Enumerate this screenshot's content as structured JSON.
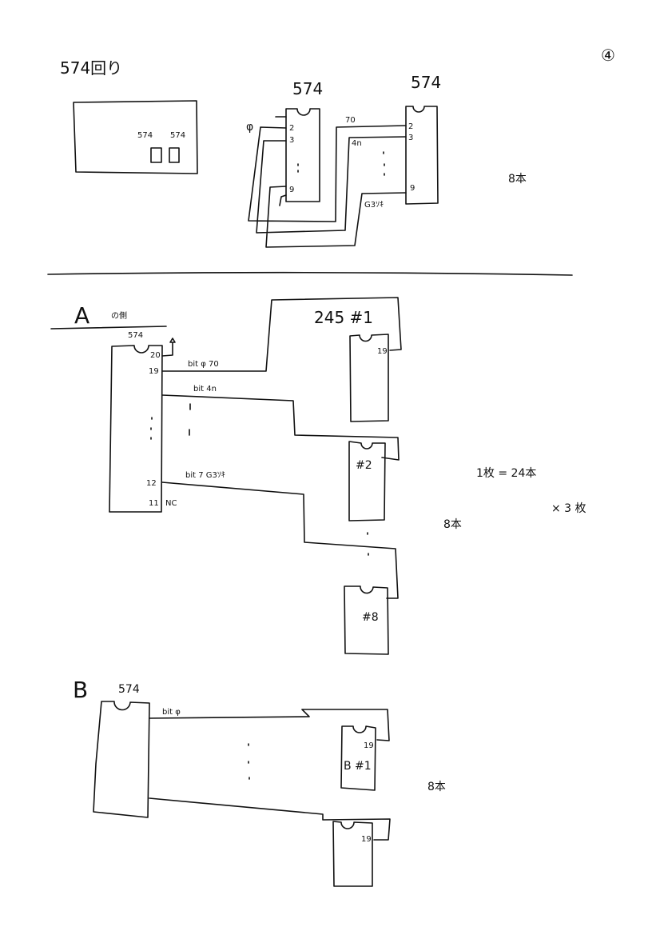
{
  "page_number": "④",
  "top": {
    "title": "574回り",
    "card_chip_labels": [
      "574",
      "574"
    ],
    "chip_left_label": "574",
    "chip_right_label": "574",
    "pins": [
      "2",
      "3",
      "9"
    ],
    "signal_labels": [
      "φ",
      "70",
      "4n",
      "G3ｿｷ"
    ],
    "count": "8本"
  },
  "section_a": {
    "title": "A",
    "subtitle": "の側",
    "chip_label": "574",
    "pins": [
      "20",
      "19",
      "12",
      "11"
    ],
    "nc": "NC",
    "wires": [
      "bit φ 70",
      "bit 4n",
      "bit 7 G3ｿｷ"
    ],
    "target_label": "245 #1",
    "target_pin": "19",
    "chip2": "#2",
    "chip8": "#8",
    "count": "8本",
    "total": "1枚 = 24本",
    "multiplier": "× 3 枚"
  },
  "section_b": {
    "title": "B",
    "chip_label": "574",
    "wire": "bit φ",
    "chip1": "B #1",
    "pin": "19",
    "count": "8本"
  }
}
